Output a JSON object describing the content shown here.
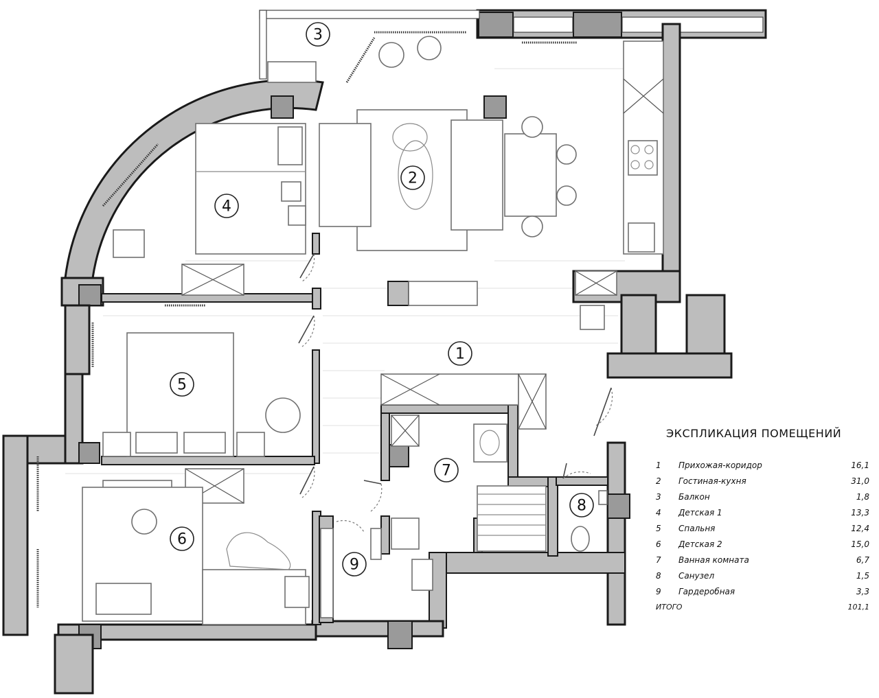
{
  "rooms": [
    {
      "number": "1",
      "name": "Прихожая-коридор",
      "area": "16,1"
    },
    {
      "number": "2",
      "name": "Гостиная-кухня",
      "area": "31,0"
    },
    {
      "number": "3",
      "name": "Балкон",
      "area": "1,8"
    },
    {
      "number": "4",
      "name": "Детская 1",
      "area": "13,3"
    },
    {
      "number": "5",
      "name": "Спальня",
      "area": "12,4"
    },
    {
      "number": "6",
      "name": "Детская 2",
      "area": "15,0"
    },
    {
      "number": "7",
      "name": "Ванная комната",
      "area": "6,7"
    },
    {
      "number": "8",
      "name": "Санузел",
      "area": "1,5"
    },
    {
      "number": "9",
      "name": "Гардеробная",
      "area": "3,3"
    }
  ],
  "legend": {
    "title": "ЭКСПЛИКАЦИЯ ПОМЕЩЕНИЙ",
    "total_label": "ИТОГО",
    "total_area": "101,1"
  },
  "colors": {
    "wall_fill": "#bdbdbd",
    "wall_stroke": "#1a1a1a",
    "furniture_stroke": "#6f6f6f"
  }
}
